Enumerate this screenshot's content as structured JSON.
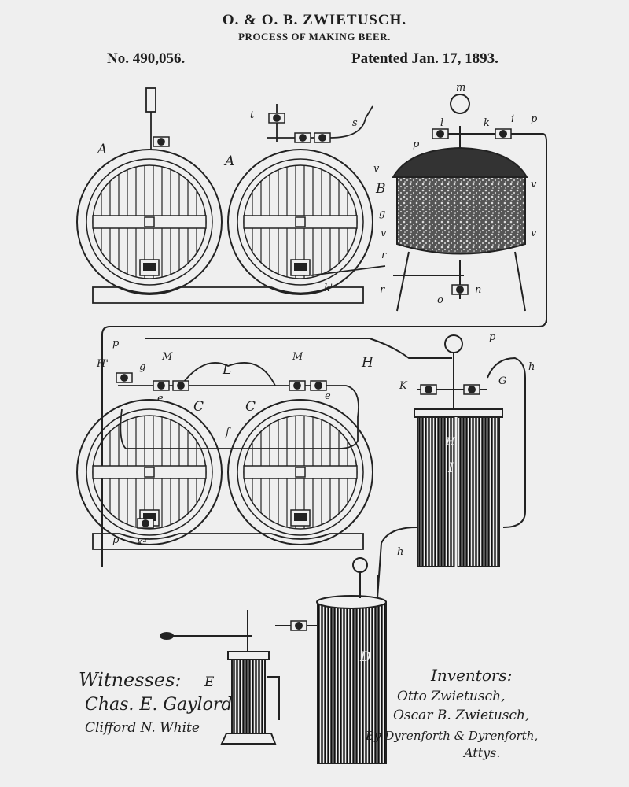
{
  "header": {
    "inventors_title": "O. & O. B. ZWIETUSCH.",
    "invention_title": "PROCESS OF MAKING BEER.",
    "patent_number": "No. 490,056.",
    "patent_date": "Patented Jan. 17, 1893."
  },
  "labels": {
    "A1": "A",
    "A2": "A",
    "B": "B",
    "m": "m",
    "l": "l",
    "k": "k",
    "i": "i",
    "p1": "p",
    "p2": "p",
    "v1": "v",
    "v2": "v",
    "v3": "v",
    "v4": "v",
    "g1": "g",
    "r1": "r",
    "r2": "r",
    "k1": "k'",
    "n": "n",
    "o": "o",
    "s": "s",
    "t": "t",
    "p3": "p",
    "p4": "p",
    "H1": "H'",
    "g2": "g",
    "M1": "M",
    "M2": "M",
    "L": "L",
    "H": "H",
    "K": "K",
    "G": "G",
    "h1": "h",
    "h2": "h",
    "C1": "C",
    "C2": "C",
    "e1": "e",
    "e2": "e",
    "f": "f",
    "p5": "p",
    "k2": "k²",
    "I": "I",
    "H2": "H'",
    "D": "D",
    "E": "E"
  },
  "signatures": {
    "witnesses_label": "Witnesses:",
    "witness1": "Chas. E. Gaylord",
    "witness2": "Clifford N. White",
    "inventors_label": "Inventors:",
    "inventor1": "Otto Zwietusch,",
    "inventor2": "Oscar B. Zwietusch,",
    "attorneys": "By Dyrenforth & Dyrenforth,",
    "attys_label": "Attys."
  }
}
